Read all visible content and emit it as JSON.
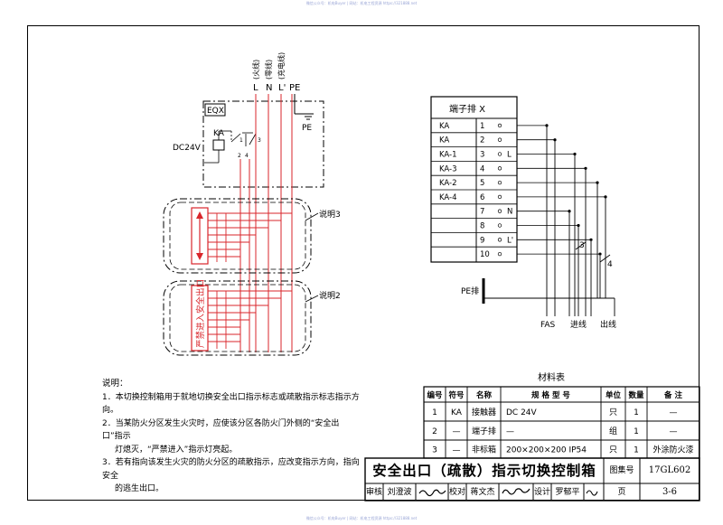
{
  "watermark": "微信公众号：机电Buyer | 网站：机电工程资源 https://321888.net",
  "diagram": {
    "power_lines": [
      {
        "letter": "L",
        "note": "(火线)"
      },
      {
        "letter": "N",
        "note": "(零线)"
      },
      {
        "letter": "L'",
        "note": "(充电线)"
      },
      {
        "letter": "PE",
        "note": ""
      }
    ],
    "pe_ground_label": "PE",
    "box_label": "EQX",
    "relay_label": "KA",
    "voltage_label": "DC24V",
    "contact_numbers": [
      "1",
      "2",
      "3",
      "4"
    ],
    "note_refs": [
      "说明3",
      "说明2"
    ],
    "sign_text": "严禁进入安全出口"
  },
  "terminal_block": {
    "title": "端子排 X",
    "rows": [
      {
        "name": "KA",
        "num": "1",
        "line": ""
      },
      {
        "name": "KA",
        "num": "2",
        "line": ""
      },
      {
        "name": "KA-1",
        "num": "3",
        "line": "L"
      },
      {
        "name": "KA-3",
        "num": "4",
        "line": ""
      },
      {
        "name": "KA-2",
        "num": "5",
        "line": ""
      },
      {
        "name": "KA-4",
        "num": "6",
        "line": ""
      },
      {
        "name": "",
        "num": "7",
        "line": "N"
      },
      {
        "name": "",
        "num": "8",
        "line": ""
      },
      {
        "name": "",
        "num": "9",
        "line": "L'"
      },
      {
        "name": "",
        "num": "10",
        "line": ""
      }
    ],
    "wire_counts": [
      "3",
      "4"
    ],
    "pe_bar_label": "PE排",
    "bottom_labels": [
      "FAS",
      "进线",
      "出线"
    ]
  },
  "notes": {
    "title": "说明：",
    "items": [
      [
        "1．本切换控制箱用于就地切换安全出口指示标志或疏散指示标志指示方向。"
      ],
      [
        "2．当某防火分区发生火灾时，应使该分区各防火门外侧的“安全出口”指示",
        "灯熄灭，“严禁进入”指示灯亮起。"
      ],
      [
        "3．若有指向该发生火灾的防火分区的疏散指示，应改变指示方向，指向安全",
        "的逃生出口。"
      ]
    ]
  },
  "materials": {
    "title": "材料表",
    "headers": [
      "编号",
      "符号",
      "名称",
      "规  格  型  号",
      "单位",
      "数量",
      "备    注"
    ],
    "rows": [
      [
        "1",
        "KA",
        "接触器",
        "DC  24V",
        "只",
        "1",
        "—"
      ],
      [
        "2",
        "—",
        "端子排",
        "—",
        "组",
        "1",
        "—"
      ],
      [
        "3",
        "—",
        "非标箱",
        "200×200×200  IP54",
        "只",
        "1",
        "外涂防火漆"
      ]
    ]
  },
  "title_block": {
    "title": "安全出口（疏散）指示切换控制箱",
    "atlas_label": "图集号",
    "atlas_no": "17GL602",
    "review_label": "审核",
    "reviewer": "刘澄波",
    "check_label": "校对",
    "checker": "蒋文杰",
    "design_label": "设计",
    "designer": "罗郁平",
    "page_label": "页",
    "page_no": "3-6"
  }
}
